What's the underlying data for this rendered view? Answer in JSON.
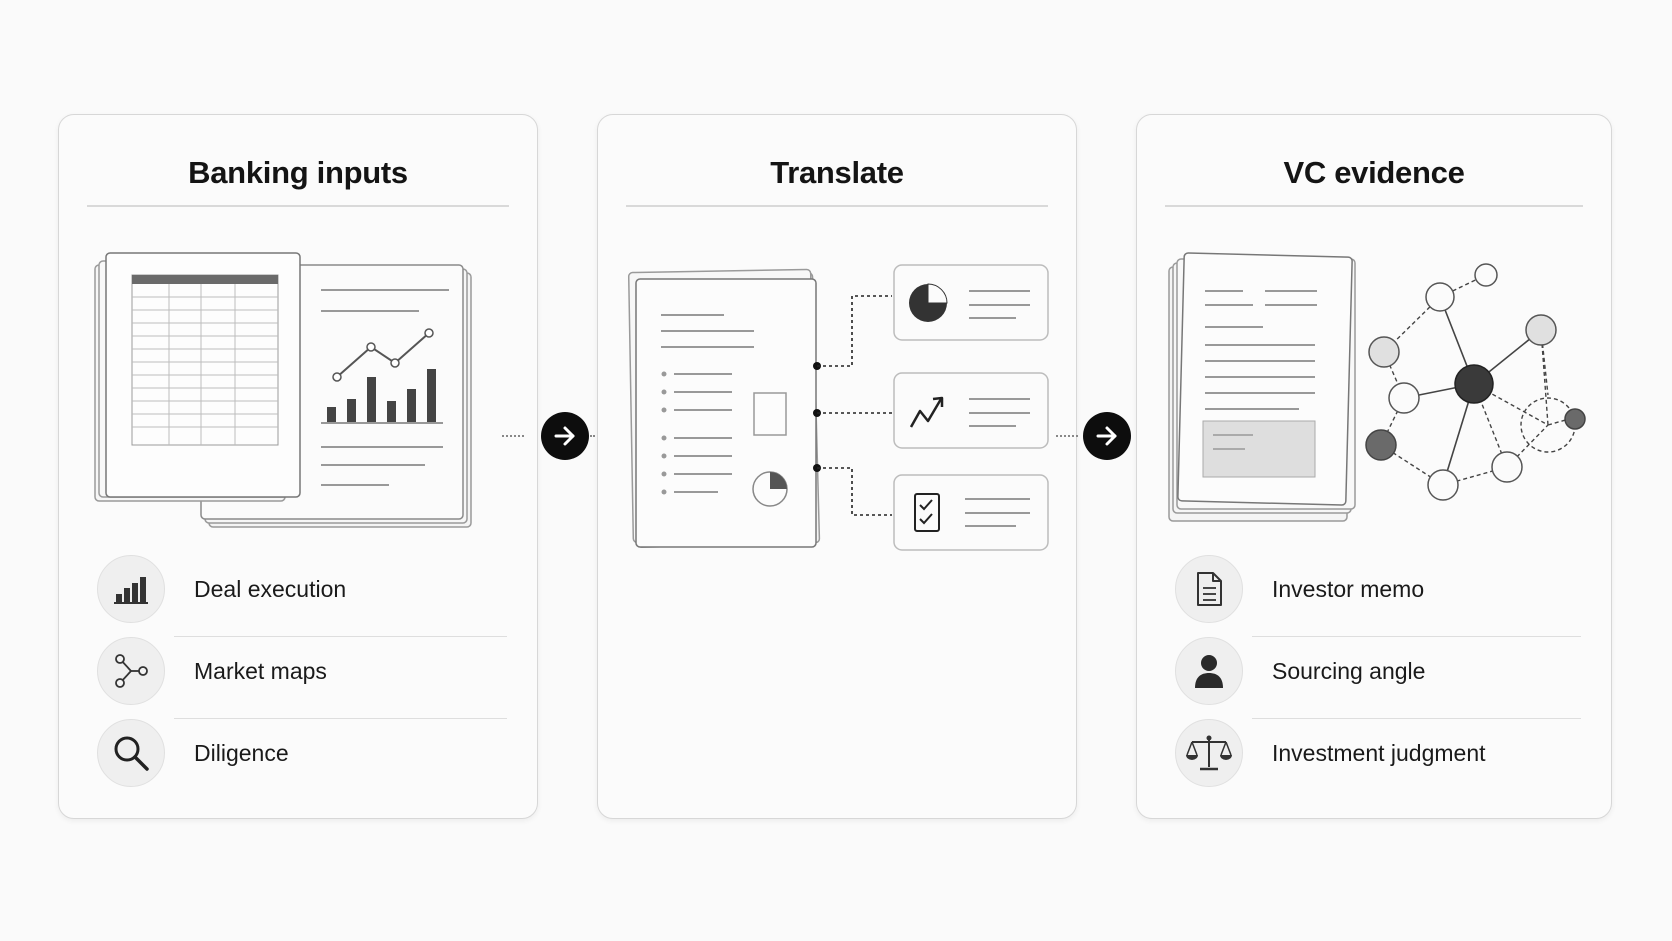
{
  "panels": [
    {
      "title": "Banking inputs",
      "items": [
        {
          "label": "Deal execution",
          "icon": "bar-chart-icon"
        },
        {
          "label": "Market maps",
          "icon": "branch-icon"
        },
        {
          "label": "Diligence",
          "icon": "magnifier-icon"
        }
      ]
    },
    {
      "title": "Translate",
      "items": []
    },
    {
      "title": "VC evidence",
      "items": [
        {
          "label": "Investor memo",
          "icon": "document-icon"
        },
        {
          "label": "Sourcing angle",
          "icon": "person-icon"
        },
        {
          "label": "Investment judgment",
          "icon": "scale-icon"
        }
      ]
    }
  ],
  "colors": {
    "arrow": "#0d0d0d",
    "panel_border": "#d7d7d7",
    "background": "#fafafa"
  }
}
